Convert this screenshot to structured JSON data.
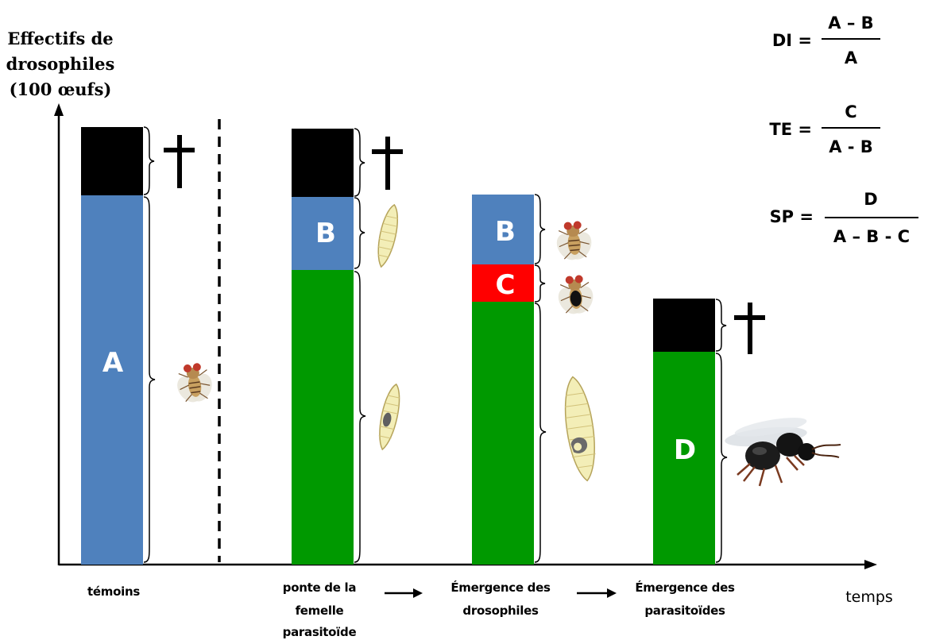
{
  "y_axis_label": [
    "Effectifs de",
    "drosophiles",
    "(100 œufs)"
  ],
  "time_label": "temps",
  "bars": [
    {
      "id": "temoins",
      "label_lines": [
        "témoins"
      ],
      "segments": [
        {
          "letter": "",
          "color": "#000000",
          "status": "dagger"
        },
        {
          "letter": "A",
          "color": "#4F81BD",
          "status": "fly"
        }
      ]
    },
    {
      "id": "ponte",
      "label_lines": [
        "ponte de la",
        "femelle",
        "parasitoïde"
      ],
      "segments": [
        {
          "letter": "",
          "color": "#000000",
          "status": "dagger"
        },
        {
          "letter": "B",
          "color": "#4F81BD",
          "status": "larva"
        },
        {
          "letter": "",
          "color": "#009900",
          "status": "parasitized-larva"
        }
      ]
    },
    {
      "id": "emergence-drosophiles",
      "label_lines": [
        "Émergence des",
        "drosophiles"
      ],
      "segments": [
        {
          "letter": "B",
          "color": "#4F81BD",
          "status": "fly"
        },
        {
          "letter": "C",
          "color": "#FF0000",
          "status": "melanized-fly"
        },
        {
          "letter": "",
          "color": "#009900",
          "status": "parasitized-larva"
        }
      ]
    },
    {
      "id": "emergence-parasitoides",
      "label_lines": [
        "Émergence des",
        "parasitoïdes"
      ],
      "segments": [
        {
          "letter": "",
          "color": "#000000",
          "status": "dagger"
        },
        {
          "letter": "D",
          "color": "#009900",
          "status": "wasp"
        }
      ]
    }
  ],
  "formulas": [
    {
      "name": "DI =",
      "numerator": "A – B",
      "denominator": "A"
    },
    {
      "name": "TE =",
      "numerator": "C",
      "denominator": "A - B"
    },
    {
      "name": "SP =",
      "numerator": "D",
      "denominator": "A – B - C"
    }
  ],
  "colors": {
    "blue": "#4F81BD",
    "green": "#009900",
    "red": "#FF0000",
    "black": "#000000"
  }
}
